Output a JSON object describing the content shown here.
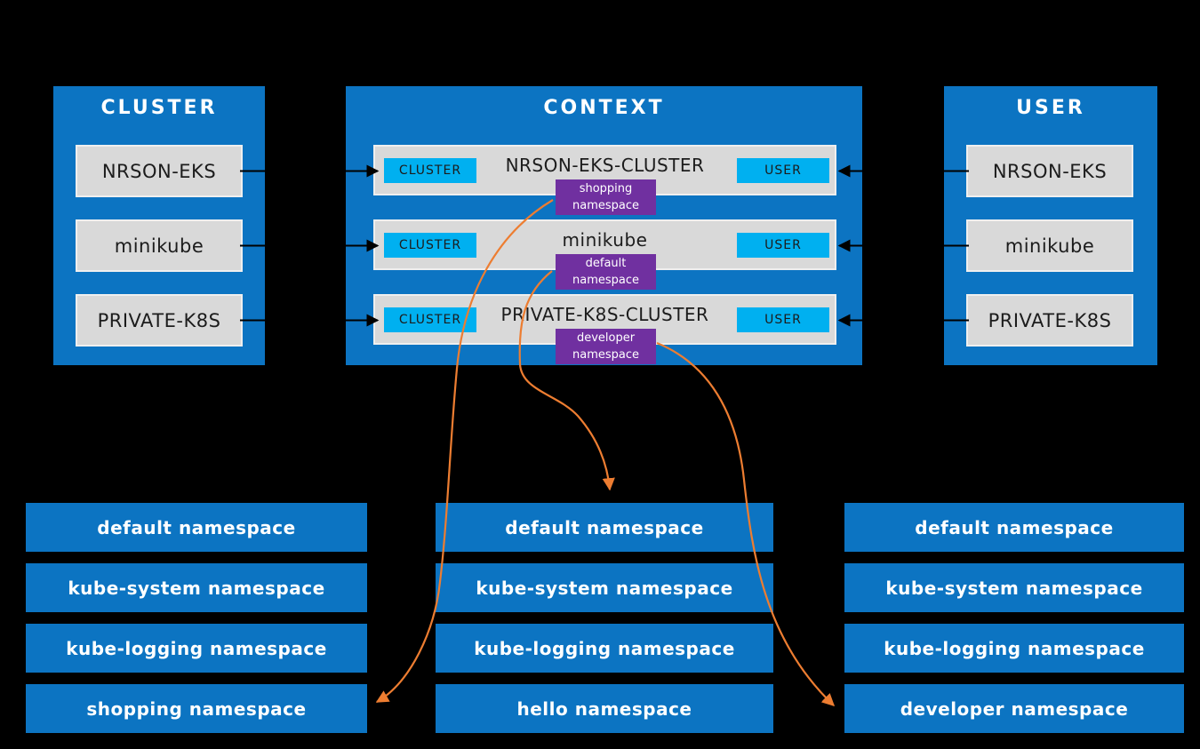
{
  "colors": {
    "blue": "#0c74c2",
    "cyan": "#00b0f0",
    "gray": "#d9d9d9",
    "purple": "#7030a0",
    "orange": "#ed7d31",
    "ink": "#1c1c1c",
    "white": "#ffffff",
    "bg": "#000000"
  },
  "panels": {
    "cluster": {
      "title": "CLUSTER",
      "items": [
        "NRSON-EKS",
        "minikube",
        "PRIVATE-K8S"
      ]
    },
    "context": {
      "title": "CONTEXT",
      "rows": [
        {
          "cluster_tag": "CLUSTER",
          "name": "NRSON-EKS-CLUSTER",
          "user_tag": "USER",
          "namespace_badge": [
            "shopping",
            "namespace"
          ]
        },
        {
          "cluster_tag": "CLUSTER",
          "name": "minikube",
          "user_tag": "USER",
          "namespace_badge": [
            "default",
            "namespace"
          ]
        },
        {
          "cluster_tag": "CLUSTER",
          "name": "PRIVATE-K8S-CLUSTER",
          "user_tag": "USER",
          "namespace_badge": [
            "developer",
            "namespace"
          ]
        }
      ]
    },
    "user": {
      "title": "USER",
      "items": [
        "NRSON-EKS",
        "minikube",
        "PRIVATE-K8S"
      ]
    }
  },
  "namespace_columns": [
    {
      "id": "left",
      "items": [
        "default namespace",
        "kube-system namespace",
        "kube-logging namespace",
        "shopping namespace"
      ]
    },
    {
      "id": "middle",
      "items": [
        "default namespace",
        "kube-system namespace",
        "kube-logging namespace",
        "hello namespace"
      ]
    },
    {
      "id": "right",
      "items": [
        "default namespace",
        "kube-system namespace",
        "kube-logging namespace",
        "developer namespace"
      ]
    }
  ]
}
